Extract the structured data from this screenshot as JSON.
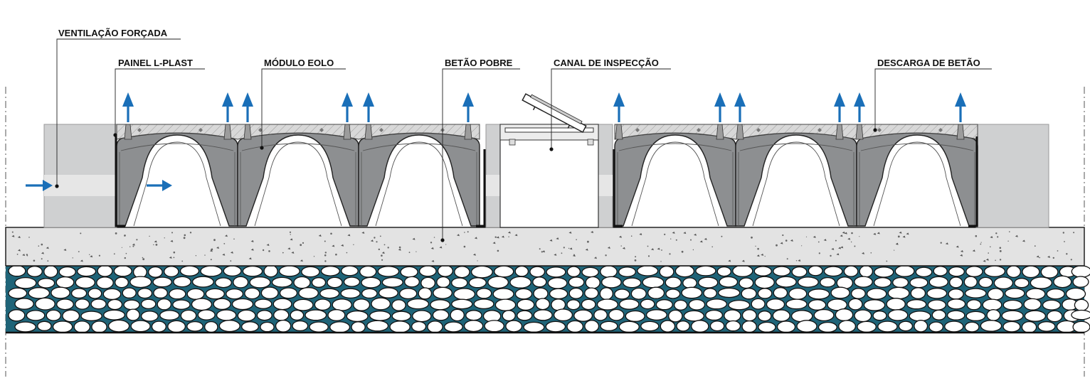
{
  "labels": {
    "forced_ventilation": "VENTILAÇÃO FORÇADA",
    "panel": "PAINEL L-PLAST",
    "module": "MÓDULO EOLO",
    "lean_concrete": "BETÃO POBRE",
    "inspection_channel": "CANAL DE INSPECÇÃO",
    "concrete_discharge": "DESCARGA DE BETÃO"
  },
  "colors": {
    "arrow": "#1a6fb8",
    "module": "#8d8f91",
    "wall": "#cfd0d1",
    "slab": "#dcdcdc",
    "lean_concrete": "#e3e3e3",
    "gravel_gap": "#1f6478",
    "outline": "#1a1a1a"
  },
  "icons": {
    "airflow": "up-arrow-icon",
    "inlet": "right-arrow-icon"
  }
}
